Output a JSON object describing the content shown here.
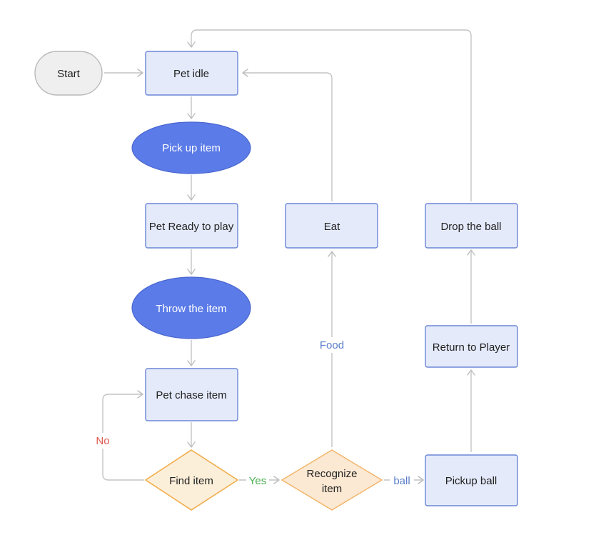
{
  "colors": {
    "process_fill": "#e4eafa",
    "process_stroke": "#6b86d8",
    "action_fill": "#5b7be8",
    "decision_fill": "#fcefd9",
    "decision_stroke": "#f0ac4c",
    "terminal_fill": "#efefef",
    "edge": "#c4c4c4",
    "yes": "#4caf50",
    "no": "#e05a4f",
    "branch": "#5a7dc9"
  },
  "nodes": {
    "start": "Start",
    "pet_idle": "Pet idle",
    "pick_up_item": "Pick up item",
    "pet_ready": "Pet Ready to play",
    "throw_item": "Throw the item",
    "pet_chase": "Pet chase item",
    "find_item": "Find item",
    "recognize_item_line1": "Recognize",
    "recognize_item_line2": "item",
    "eat": "Eat",
    "pickup_ball": "Pickup ball",
    "return_to_player": "Return to Player",
    "drop_the_ball": "Drop the ball"
  },
  "edge_labels": {
    "no": "No",
    "yes": "Yes",
    "food": "Food",
    "ball": "ball"
  }
}
